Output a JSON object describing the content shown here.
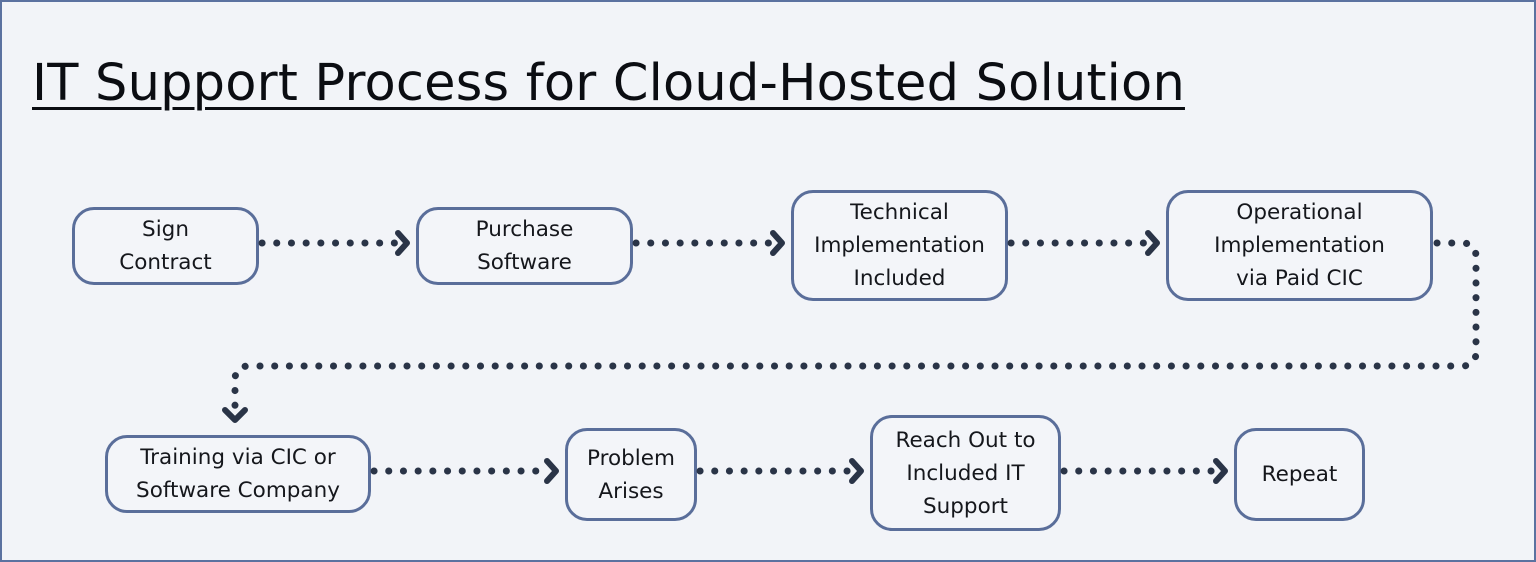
{
  "title": "IT Support Process for Cloud-Hosted Solution",
  "colors": {
    "background": "#f2f4f8",
    "frame_border": "#5b72a0",
    "node_border": "#5a6e9a",
    "connector": "#2a3447",
    "text": "#15171c"
  },
  "nodes": [
    {
      "id": "sign-contract",
      "label": "Sign\nContract"
    },
    {
      "id": "purchase-software",
      "label": "Purchase\nSoftware"
    },
    {
      "id": "technical-implementation",
      "label": "Technical\nImplementation\nIncluded"
    },
    {
      "id": "operational-implementation",
      "label": "Operational\nImplementation\nvia Paid CIC"
    },
    {
      "id": "training",
      "label": "Training via CIC or\nSoftware Company"
    },
    {
      "id": "problem-arises",
      "label": "Problem\nArises"
    },
    {
      "id": "reach-out",
      "label": "Reach Out to\nIncluded IT\nSupport"
    },
    {
      "id": "repeat",
      "label": "Repeat"
    }
  ],
  "edges": [
    {
      "from": "sign-contract",
      "to": "purchase-software",
      "style": "dotted-arrow"
    },
    {
      "from": "purchase-software",
      "to": "technical-implementation",
      "style": "dotted-arrow"
    },
    {
      "from": "technical-implementation",
      "to": "operational-implementation",
      "style": "dotted-arrow"
    },
    {
      "from": "operational-implementation",
      "to": "training",
      "style": "dotted-arrow"
    },
    {
      "from": "training",
      "to": "problem-arises",
      "style": "dotted-arrow"
    },
    {
      "from": "problem-arises",
      "to": "reach-out",
      "style": "dotted-arrow"
    },
    {
      "from": "reach-out",
      "to": "repeat",
      "style": "dotted-arrow"
    }
  ]
}
